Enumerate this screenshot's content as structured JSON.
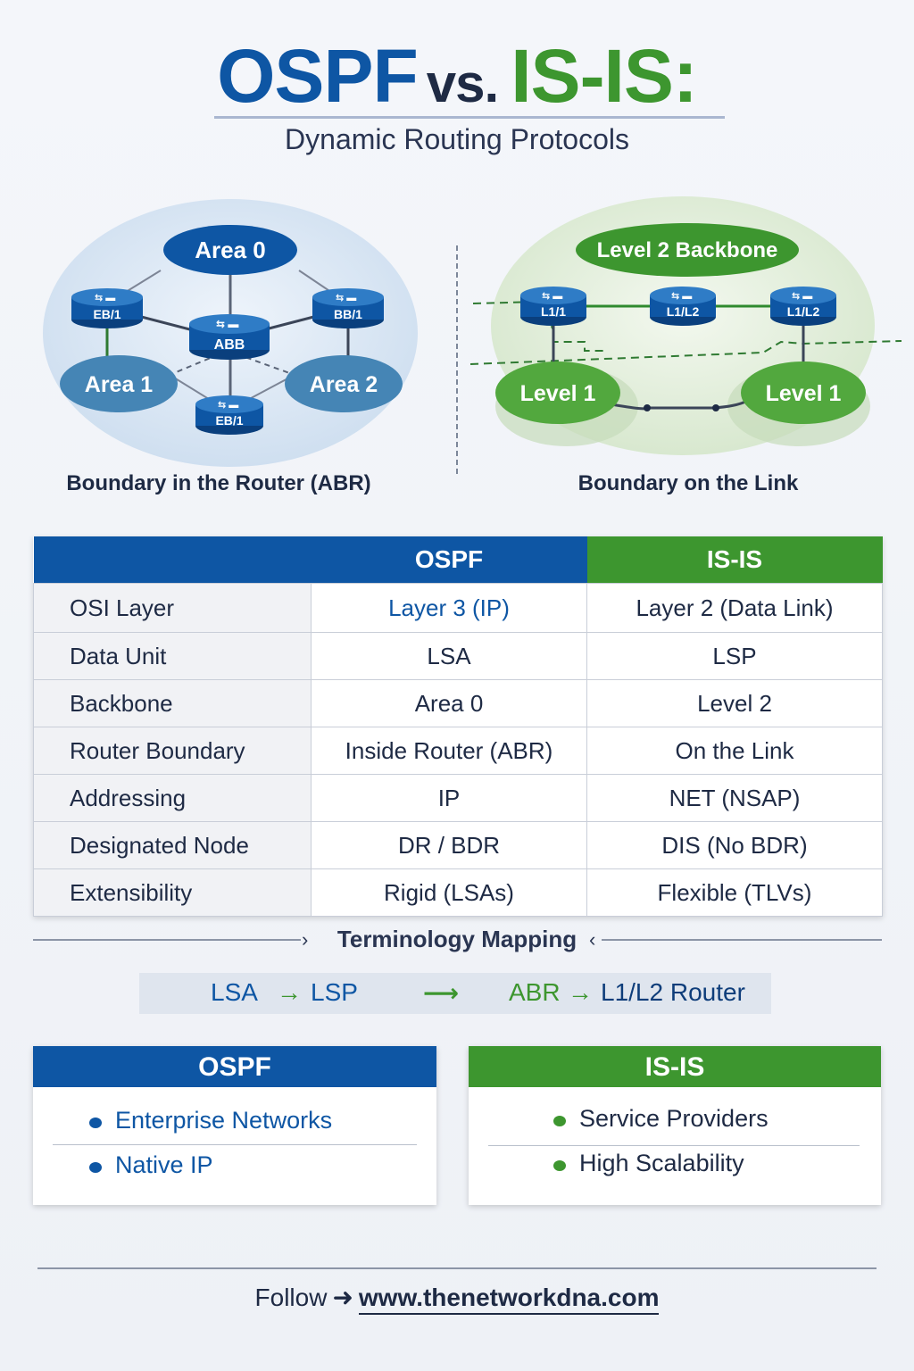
{
  "header": {
    "title_ospf": "OSPF",
    "title_vs": "vs.",
    "title_isis": "IS-IS:",
    "subtitle": "Dynamic Routing Protocols"
  },
  "ospf_diagram": {
    "area0": "Area 0",
    "area1": "Area 1",
    "area2": "Area 2",
    "router_left": "EB/1",
    "router_right": "BB/1",
    "router_center": "ABB",
    "router_bottom": "EB/1",
    "caption": "Boundary in the Router (ABR)"
  },
  "isis_diagram": {
    "backbone": "Level 2 Backbone",
    "router_left": "L1/1",
    "router_center": "L1/L2",
    "router_right": "L1/L2",
    "level1_left": "Level 1",
    "level1_right": "Level 1",
    "caption": "Boundary on the Link"
  },
  "table": {
    "col_ospf": "OSPF",
    "col_isis": "IS-IS",
    "rows": [
      {
        "label": "OSI Layer",
        "ospf": "Layer 3 (IP)",
        "isis": "Layer 2 (Data Link)"
      },
      {
        "label": "Data Unit",
        "ospf": "LSA",
        "isis": "LSP"
      },
      {
        "label": "Backbone",
        "ospf": "Area 0",
        "isis": "Level 2"
      },
      {
        "label": "Router Boundary",
        "ospf": "Inside Router (ABR)",
        "isis": "On the Link"
      },
      {
        "label": "Addressing",
        "ospf": "IP",
        "isis": "NET (NSAP)"
      },
      {
        "label": "Designated Node",
        "ospf": "DR / BDR",
        "isis": "DIS (No BDR)"
      },
      {
        "label": "Extensibility",
        "ospf": "Rigid (LSAs)",
        "isis": "Flexible (TLVs)"
      }
    ]
  },
  "terminology": {
    "title": "Terminology Mapping",
    "lsa": "LSA",
    "lsp": "LSP",
    "abr": "ABR",
    "l1l2": "L1/L2 Router"
  },
  "cards": {
    "ospf": {
      "title": "OSPF",
      "items": [
        "Enterprise Networks",
        "Native IP"
      ]
    },
    "isis": {
      "title": "IS-IS",
      "items": [
        "Service Providers",
        "High Scalability"
      ]
    }
  },
  "footer": {
    "follow": "Follow",
    "url": "www.thenetworkdna.com"
  },
  "colors": {
    "ospf_blue": "#0e56a4",
    "isis_green": "#3d962f",
    "text_dark": "#1e2a44"
  }
}
